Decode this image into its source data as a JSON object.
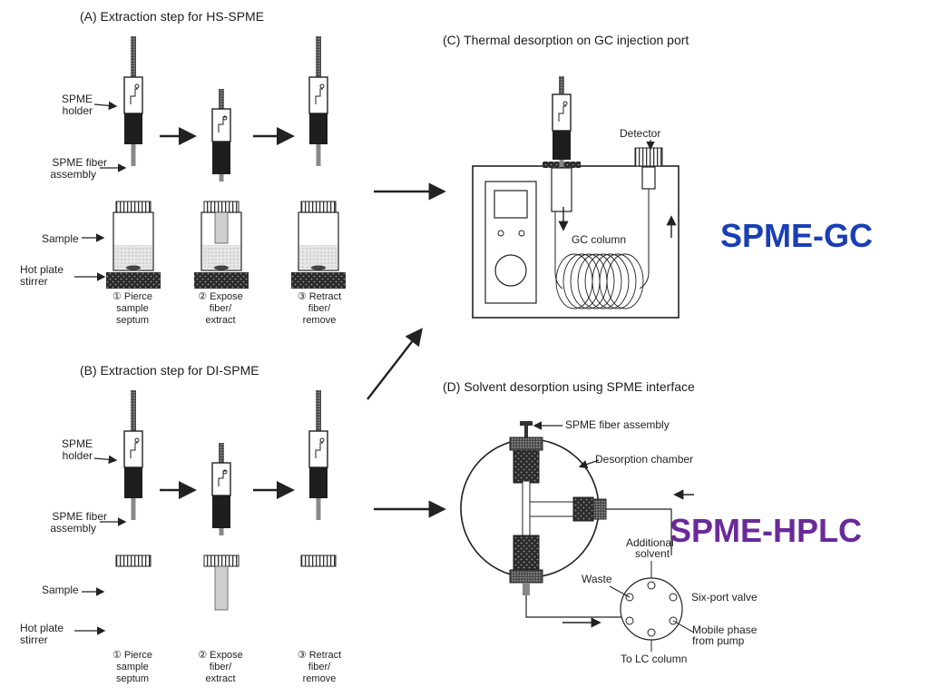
{
  "panel_a": {
    "title": "(A) Extraction step for HS-SPME",
    "labels": {
      "holder": [
        "SPME",
        "holder"
      ],
      "fiber_assembly": [
        "SPME fiber",
        "assembly"
      ],
      "sample": "Sample",
      "hot_plate": [
        "Hot plate",
        "stirrer"
      ]
    },
    "steps": [
      {
        "lines": [
          "① Pierce",
          "sample",
          "septum"
        ]
      },
      {
        "lines": [
          "② Expose",
          "fiber/",
          "extract"
        ]
      },
      {
        "lines": [
          "③ Retract",
          "fiber/",
          "remove"
        ]
      }
    ]
  },
  "panel_b": {
    "title": "(B) Extraction step for DI-SPME",
    "labels": {
      "holder": [
        "SPME",
        "holder"
      ],
      "fiber_assembly": [
        "SPME fiber",
        "assembly"
      ],
      "sample": "Sample",
      "hot_plate": [
        "Hot plate",
        "stirrer"
      ]
    },
    "steps": [
      {
        "lines": [
          "① Pierce",
          "sample",
          "septum"
        ]
      },
      {
        "lines": [
          "② Expose",
          "fiber/",
          "extract"
        ]
      },
      {
        "lines": [
          "③ Retract",
          "fiber/",
          "remove"
        ]
      }
    ]
  },
  "panel_c": {
    "title": "(C) Thermal desorption on GC injection port",
    "detector": "Detector",
    "column": "GC column"
  },
  "panel_d": {
    "title": "(D) Solvent desorption using SPME interface",
    "fiber_assembly": "SPME fiber assembly",
    "chamber": "Desorption chamber",
    "additional_solvent": [
      "Additional",
      "solvent"
    ],
    "waste": "Waste",
    "valve": "Six-port valve",
    "mobile_phase": [
      "Mobile phase",
      "from pump"
    ],
    "lc_column": "To LC column"
  },
  "callouts": {
    "gc": {
      "text": "SPME-GC",
      "color": "#1a3fb5"
    },
    "hplc": {
      "text": "SPME-HPLC",
      "color": "#6a2a9a"
    }
  }
}
